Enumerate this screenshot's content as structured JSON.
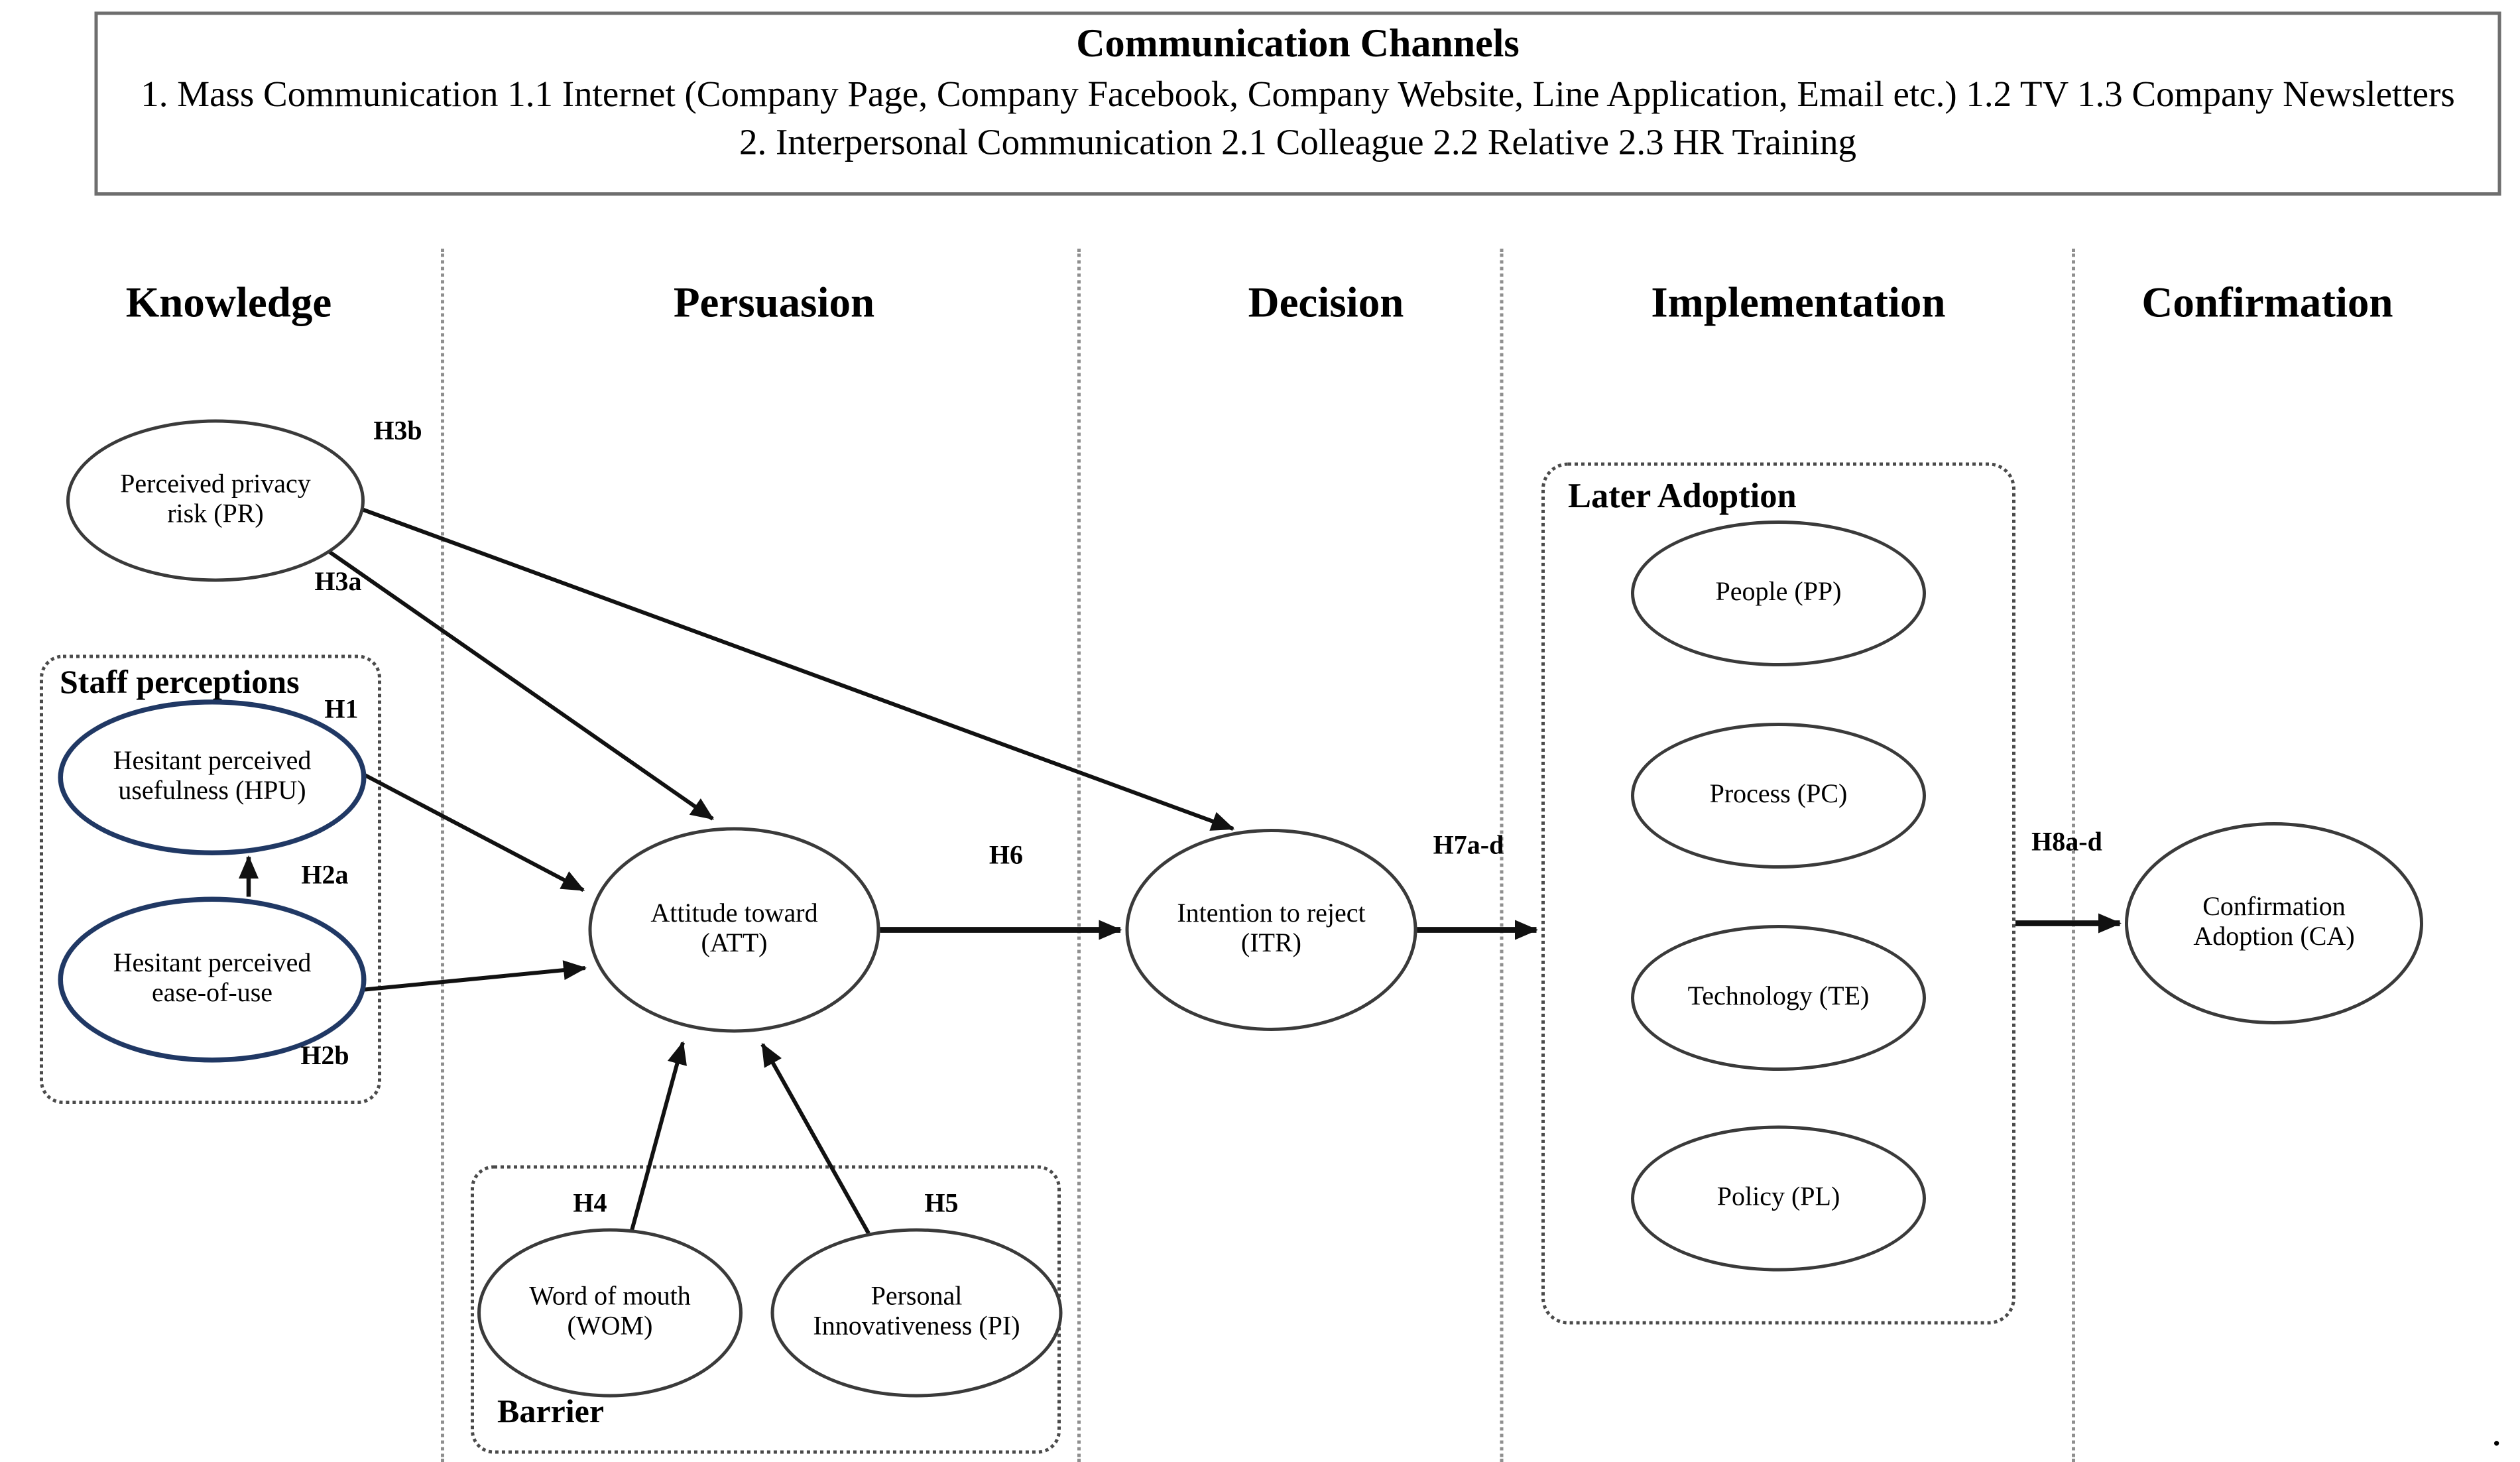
{
  "channels_box": {
    "title": "Communication Channels",
    "line1": "1. Mass Communication 1.1 Internet (Company Page, Company Facebook, Company Website, Line Application, Email etc.) 1.2 TV 1.3 Company Newsletters",
    "line2": "2. Interpersonal Communication 2.1 Colleague 2.2 Relative 2.3 HR Training"
  },
  "stage_headers": {
    "knowledge": "Knowledge",
    "persuasion": "Persuasion",
    "decision": "Decision",
    "implementation": "Implementation",
    "confirmation": "Confirmation"
  },
  "groups": {
    "staff_perceptions": "Staff perceptions",
    "barrier": "Barrier",
    "later_adoption": "Later Adoption"
  },
  "nodes": {
    "pr": "Perceived privacy\nrisk (PR)",
    "hpu": "Hesitant perceived\nusefulness (HPU)",
    "hpe": "Hesitant perceived\nease-of-use",
    "att": "Attitude toward\n(ATT)",
    "itr": "Intention to reject\n(ITR)",
    "wom": "Word of mouth\n(WOM)",
    "pi": "Personal\nInnovativeness (PI)",
    "pp": "People (PP)",
    "pc": "Process (PC)",
    "te": "Technology (TE)",
    "pl": "Policy (PL)",
    "ca": "Confirmation\nAdoption (CA)"
  },
  "hypotheses": {
    "h1": "H1",
    "h2a": "H2a",
    "h2b": "H2b",
    "h3a": "H3a",
    "h3b": "H3b",
    "h4": "H4",
    "h5": "H5",
    "h6": "H6",
    "h7": "H7a-d",
    "h8": "H8a-d"
  },
  "colors": {
    "staff_ellipse_border": "#203864",
    "node_border": "#3a3a3a",
    "arrow": "#111111",
    "divider": "#8f8f8f",
    "group_border": "#4a4a4a",
    "frame_border": "#6e6e6e"
  },
  "footer_dot": "."
}
